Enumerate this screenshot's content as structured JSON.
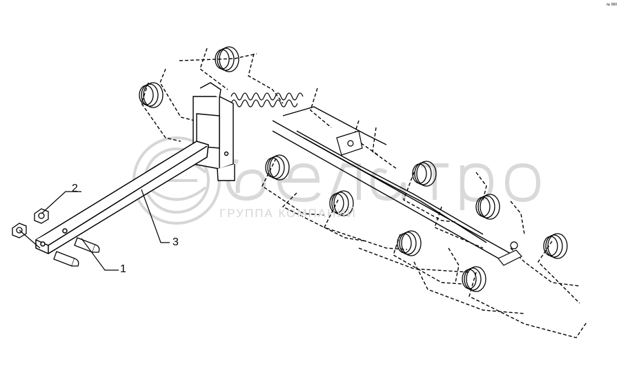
{
  "figure": {
    "callouts": [
      {
        "id": "1",
        "text": "1"
      },
      {
        "id": "2",
        "text": "2"
      },
      {
        "id": "3",
        "text": "3"
      }
    ],
    "corner_code": "№ 000",
    "watermark": {
      "brand": "белагро",
      "tagline": "ГРУППА КОМПАНИЙ",
      "color": "#d6d6d6"
    },
    "line_color": "#000000",
    "background": "#ffffff"
  }
}
